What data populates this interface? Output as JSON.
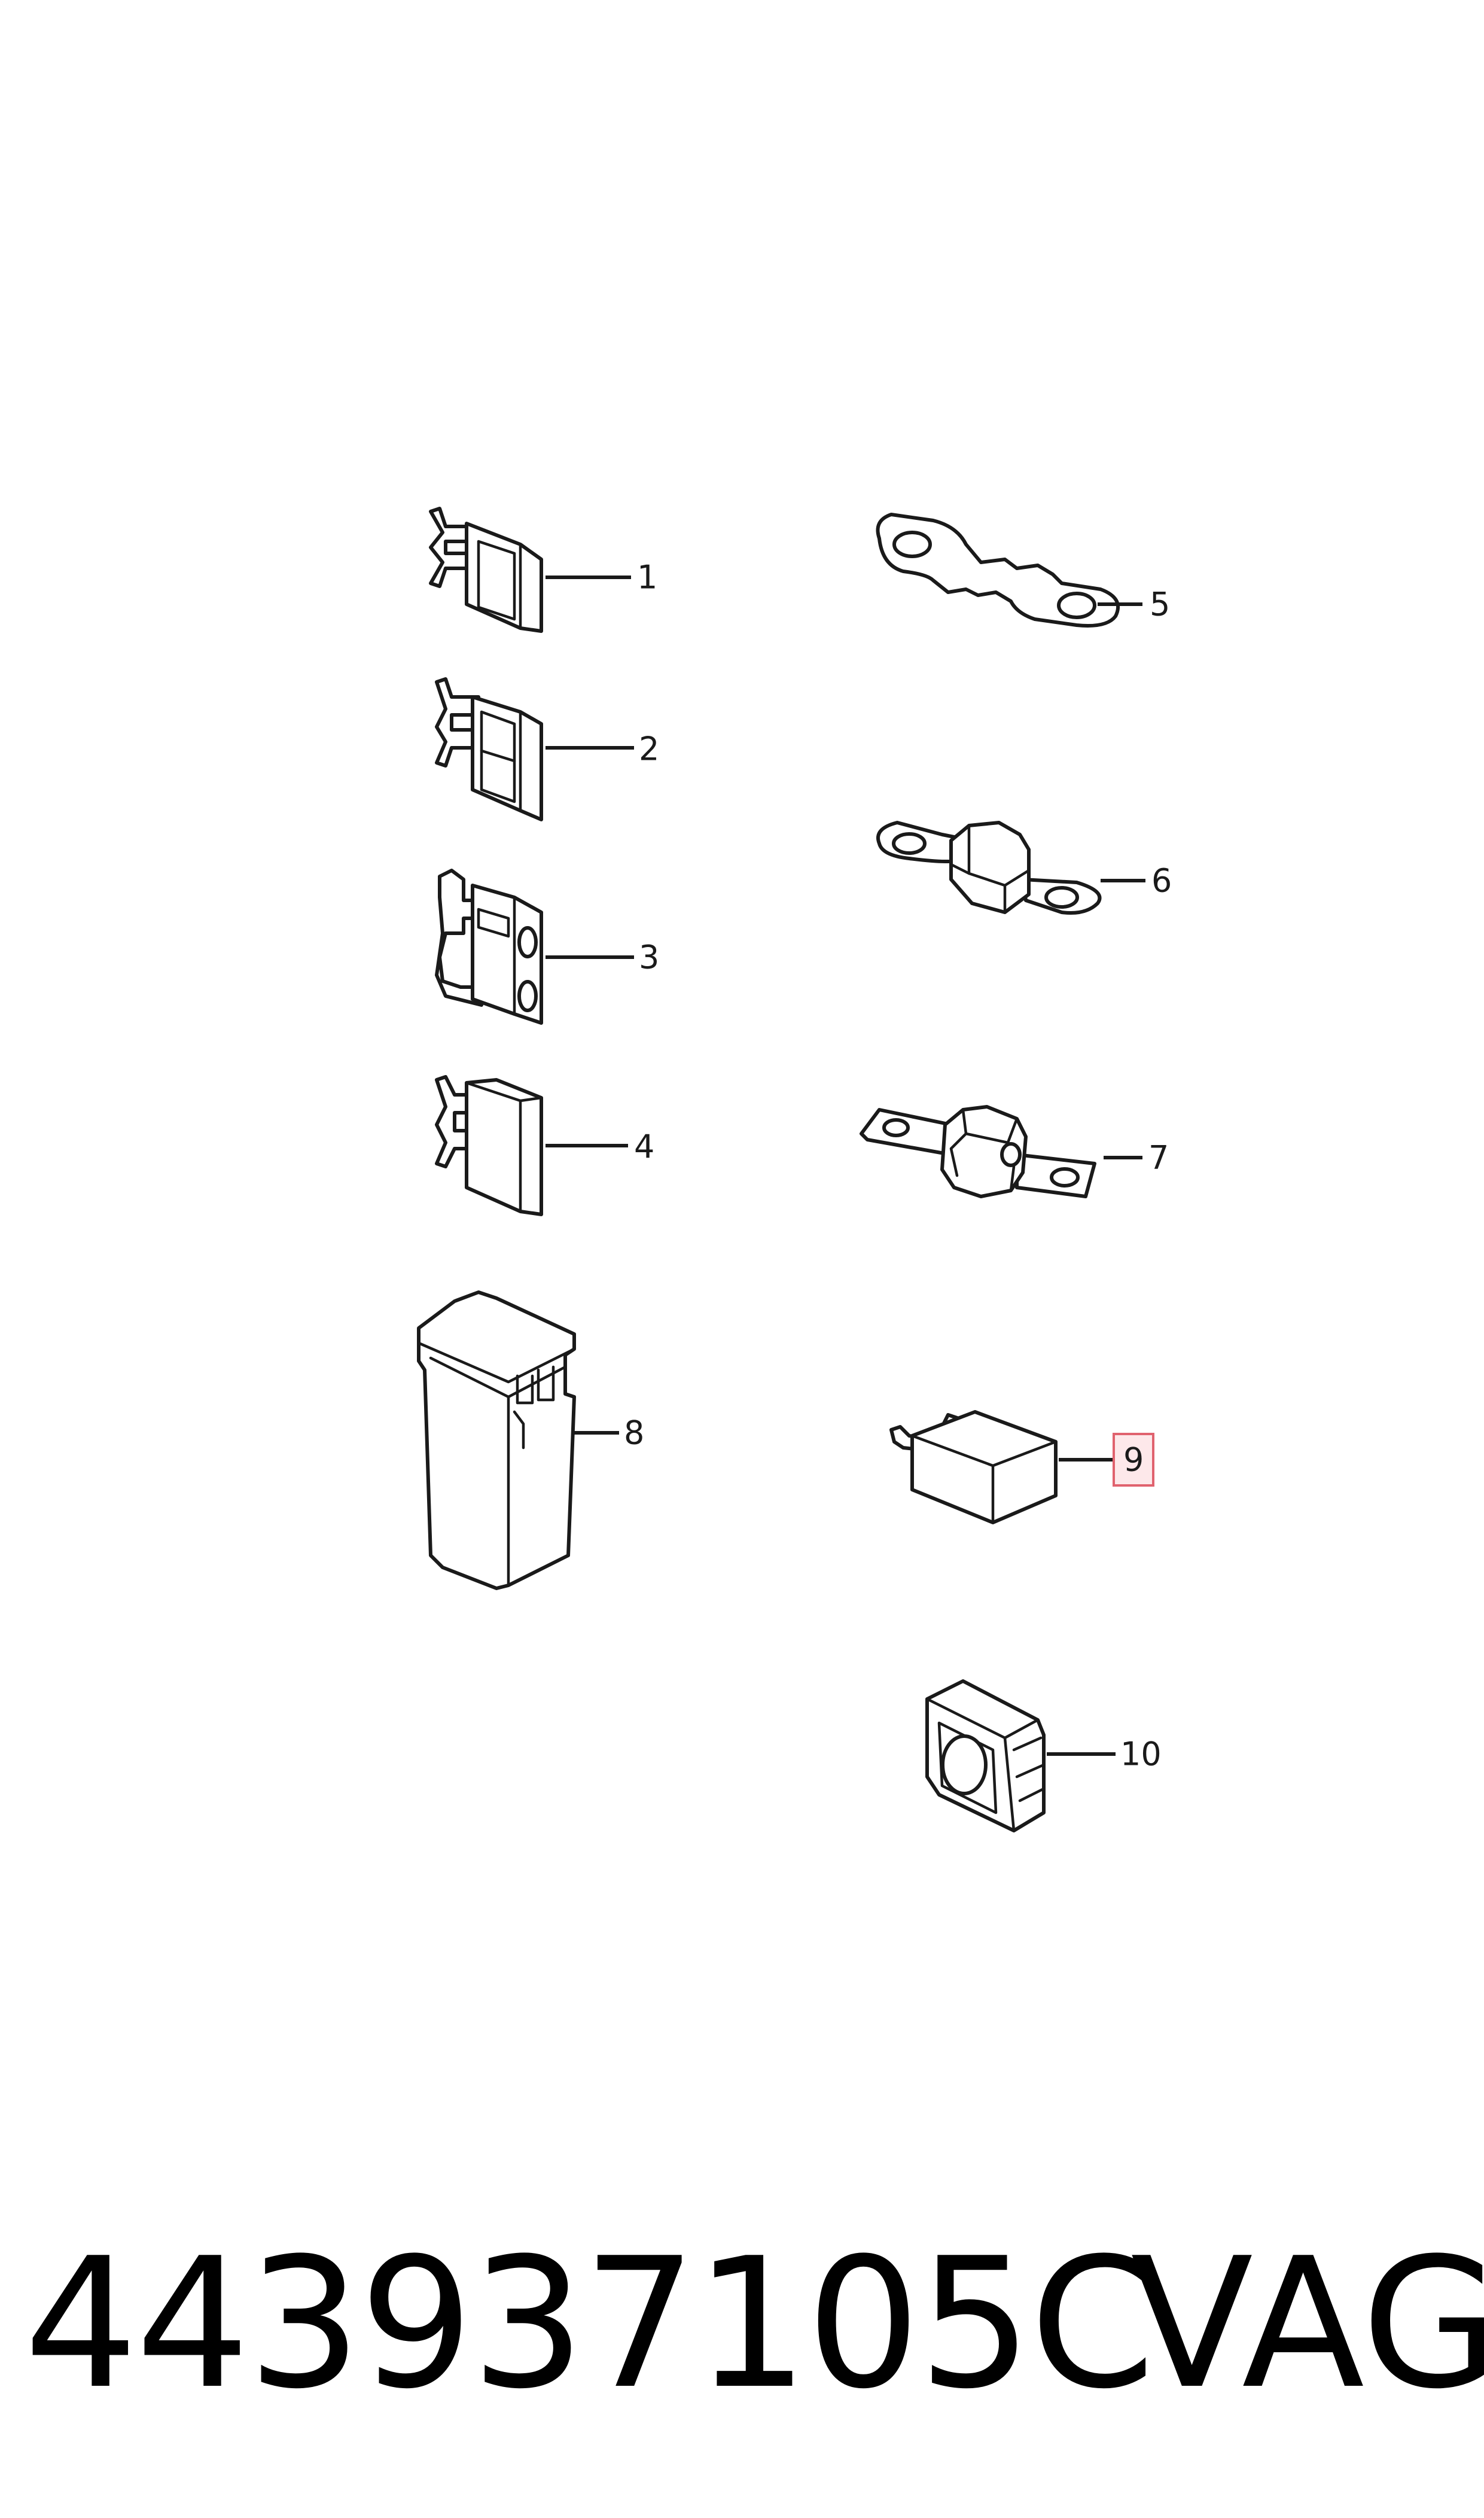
{
  "callouts": [
    {
      "label": "1",
      "highlighted": false
    },
    {
      "label": "2",
      "highlighted": false
    },
    {
      "label": "3",
      "highlighted": false
    },
    {
      "label": "4",
      "highlighted": false
    },
    {
      "label": "5",
      "highlighted": false
    },
    {
      "label": "6",
      "highlighted": false
    },
    {
      "label": "7",
      "highlighted": false
    },
    {
      "label": "8",
      "highlighted": false
    },
    {
      "label": "9",
      "highlighted": true
    },
    {
      "label": "10",
      "highlighted": false
    }
  ],
  "footer": {
    "part_number": "443937105C",
    "brand": "VAG"
  },
  "colors": {
    "line": "#1a1a1a",
    "highlight_fill": "#fde8ea",
    "highlight_stroke": "#e0626e"
  }
}
